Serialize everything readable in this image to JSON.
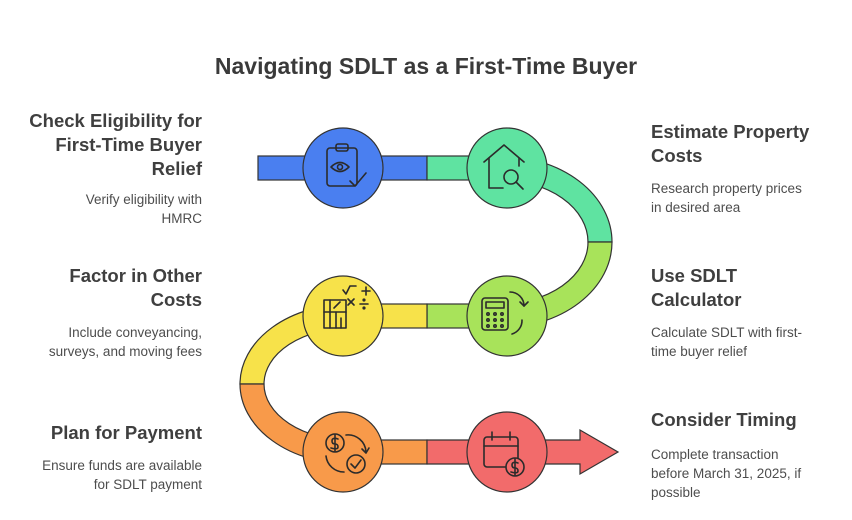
{
  "title": "Navigating SDLT as a First-Time Buyer",
  "steps": [
    {
      "heading": "Check Eligibility for First-Time Buyer Relief",
      "heading_lines": [
        "Check Eligibility for",
        "First-Time Buyer",
        "Relief"
      ],
      "description_lines": [
        "Verify eligibility with",
        "HMRC"
      ],
      "icon": "clipboard-eye-icon",
      "color": "#4a7ff0"
    },
    {
      "heading": "Estimate Property Costs",
      "heading_lines": [
        "Estimate Property",
        "Costs"
      ],
      "description_lines": [
        "Research property prices",
        "in desired area"
      ],
      "icon": "house-search-icon",
      "color": "#5fe3a1"
    },
    {
      "heading": "Use SDLT Calculator",
      "heading_lines": [
        "Use SDLT",
        "Calculator"
      ],
      "description_lines": [
        "Calculate SDLT with first-",
        "time buyer relief"
      ],
      "icon": "calculator-icon",
      "color": "#a8e35a"
    },
    {
      "heading": "Factor in Other Costs",
      "heading_lines": [
        "Factor in Other",
        "Costs"
      ],
      "description_lines": [
        "Include conveyancing,",
        "surveys, and moving fees"
      ],
      "icon": "math-chart-icon",
      "color": "#f7e24a"
    },
    {
      "heading": "Plan for Payment",
      "heading_lines": [
        "Plan for Payment"
      ],
      "description_lines": [
        "Ensure funds are available",
        "for SDLT payment"
      ],
      "icon": "money-check-cycle-icon",
      "color": "#f89a4a"
    },
    {
      "heading": "Consider Timing",
      "heading_lines": [
        "Consider Timing"
      ],
      "description_lines": [
        "Complete transaction",
        "before March 31, 2025, if",
        "possible"
      ],
      "icon": "calendar-money-icon",
      "color": "#f26b6b"
    }
  ]
}
